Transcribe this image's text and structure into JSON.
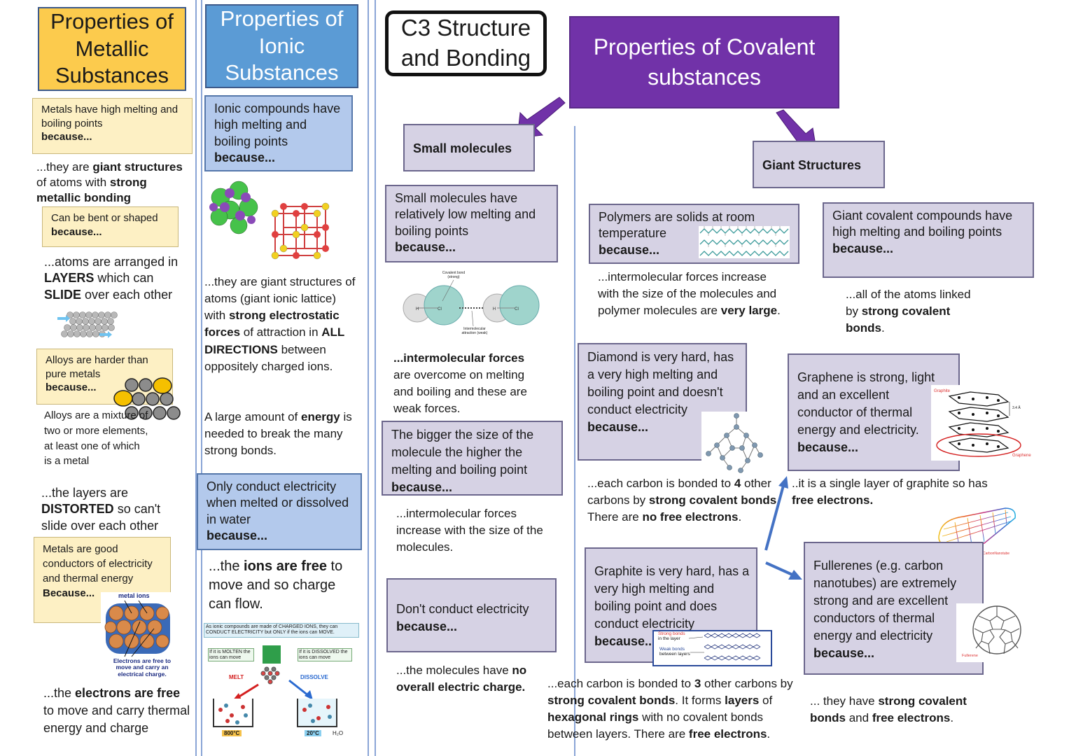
{
  "metallic": {
    "title": "Properties of Metallic Substances",
    "q1": "Metals have high melting and boiling points",
    "q1_because": "because...",
    "a1_pre": "...they are ",
    "a1_b1": "giant structures",
    "a1_mid": " of atoms with ",
    "a1_b2": "strong metallic bonding",
    "q2": "Can be bent or shaped",
    "q2_because": "because...",
    "a2_pre": "...atoms are arranged in ",
    "a2_b1": "LAYERS",
    "a2_mid": " which can ",
    "a2_b2": "SLIDE",
    "a2_post": " over each other",
    "q3": "Alloys are harder than pure metals",
    "q3_because": "because...",
    "alloy_def": "Alloys are a mixture of two or more elements, at least one of which is a metal",
    "a3_pre": "...the layers are ",
    "a3_b": "DISTORTED",
    "a3_post": " so can't slide over each other",
    "q4": "Metals are good conductors of electricity and thermal energy",
    "q4_because": "Because...",
    "img_label_top": "metal ions",
    "img_label_bottom": "Electrons are free to move and carry an electrical charge.",
    "a4_pre": "...the ",
    "a4_b": "electrons are free",
    "a4_post": " to move and carry thermal energy and charge"
  },
  "ionic": {
    "title": "Properties of Ionic Substances",
    "q1": "Ionic compounds have high melting and boiling points",
    "q1_because": "because...",
    "a1_1": "...they are giant structures of atoms (giant ionic lattice) with ",
    "a1_b1": "strong electrostatic forces",
    "a1_2": " of attraction in ",
    "a1_b2": "ALL DIRECTIONS",
    "a1_3": " between oppositely charged ions.",
    "a1b_pre": "A large amount of ",
    "a1b_b": "energy",
    "a1b_post": " is needed to break the many strong bonds.",
    "q2": "Only conduct electricity when melted or dissolved in water",
    "q2_because": "because...",
    "a2_pre": "...the ",
    "a2_b": "ions are free",
    "a2_post": " to move and so charge can flow.",
    "diag_header": "As ionic compounds are made of CHARGED IONS, they can CONDUCT ELECTRICITY but ONLY if the ions can MOVE.",
    "diag_molten": "If it is MOLTEN the ions can move",
    "diag_dissolved": "If it is DISSOLVED the ions can move",
    "diag_melt": "MELT",
    "diag_dissolve": "DISSOLVE",
    "diag_temp1": "800°C",
    "diag_temp2": "20°C",
    "diag_h2o": "H₂O"
  },
  "header": {
    "title": "C3 Structure and Bonding",
    "covalent_title": "Properties of Covalent substances"
  },
  "small": {
    "label": "Small molecules",
    "q1": "Small molecules have relatively low melting and boiling points",
    "q1_because": "because...",
    "diag_top": "Covalent bond (strong)",
    "diag_bottom": "Intermolecular attraction (weak)",
    "a1_b": "...intermolecular forces",
    "a1_post": " are overcome on melting and boiling and these are weak forces.",
    "q2": "The bigger the size of the molecule the higher the melting and boiling point",
    "q2_because": "because...",
    "a2": "...intermolecular forces increase with the size of the molecules.",
    "q3": "Don't conduct electricity",
    "q3_because": "because...",
    "a3_pre": "...the molecules have ",
    "a3_b": "no overall electric charge."
  },
  "giant": {
    "label": "Giant Structures",
    "polymers_q": "Polymers are solids at room temperature",
    "polymers_because": "because...",
    "polymers_a_pre": "...intermolecular forces increase with the size of the molecules and polymer molecules are ",
    "polymers_a_b": "very large",
    "polymers_a_post": ".",
    "gcc_q": "Giant covalent compounds have high melting and boiling points",
    "gcc_because": "because...",
    "gcc_a_pre": "...all of the atoms linked by ",
    "gcc_a_b": "strong covalent bonds",
    "gcc_a_post": ".",
    "diamond_q": "Diamond is very hard, has a very high melting and boiling point and doesn't conduct electricity",
    "diamond_because": "because...",
    "diamond_a_pre": "...each carbon is bonded to ",
    "diamond_a_b1": "4",
    "diamond_a_mid": " other carbons by ",
    "diamond_a_b2": "strong covalent bonds",
    "diamond_a_mid2": ". There are ",
    "diamond_a_b3": "no free electrons",
    "diamond_a_post": ".",
    "graphene_q": "Graphene is strong, light and an excellent conductor of thermal energy and electricity.",
    "graphene_because": "because...",
    "graphene_img_top": "Graphite",
    "graphene_img_dist": "3.4 Å",
    "graphene_img_bottom": "Graphene",
    "graphene_a_pre": "..it is a single layer of graphite so has ",
    "graphene_a_b": "free electrons.",
    "nanotube_label": "CarbonNanotube",
    "graphite_q": "Graphite is very hard, has a very high melting and boiling point and does conduct electricity",
    "graphite_because": "because..",
    "graphite_img_strong": "Strong bonds",
    "graphite_img_strong2": "in the layer",
    "graphite_img_weak": "Weak bonds",
    "graphite_img_weak2": "between layers",
    "graphite_a_1": "...each carbon is bonded to ",
    "graphite_a_b1": "3",
    "graphite_a_2": " other carbons by ",
    "graphite_a_b2": "strong covalent bonds",
    "graphite_a_3": ". It forms ",
    "graphite_a_b3": "layers",
    "graphite_a_4": " of ",
    "graphite_a_b4": "hexagonal rings",
    "graphite_a_5": " with no covalent bonds between layers. There are ",
    "graphite_a_b5": "free electrons",
    "graphite_a_6": ".",
    "fullerene_q": "Fullerenes (e.g. carbon nanotubes) are extremely strong and are excellent conductors of thermal energy and electricity",
    "fullerene_because": "because...",
    "fullerene_img": "Fullerene",
    "fullerene_a_pre": "... they have ",
    "fullerene_a_b1": "strong covalent bonds",
    "fullerene_a_mid": " and ",
    "fullerene_a_b2": "free electrons",
    "fullerene_a_post": "."
  }
}
